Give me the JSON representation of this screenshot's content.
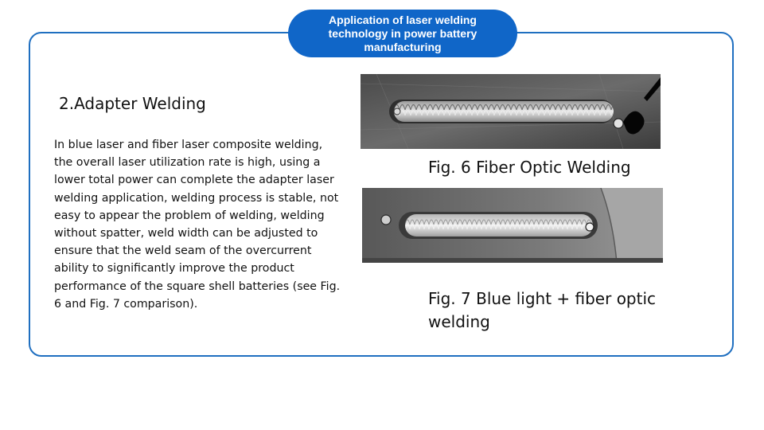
{
  "header": {
    "title": "Application of laser welding technology in power battery manufacturing"
  },
  "section": {
    "heading": "2.Adapter Welding",
    "body": "In blue laser and fiber laser composite welding, the overall laser utilization rate is high, using a lower total power can complete the adapter laser welding application, welding process is stable, not easy to appear the problem of welding, welding without spatter, weld width can be adjusted to ensure that the weld seam of the overcurrent ability to significantly improve the product performance of the square shell batteries (see Fig. 6 and Fig. 7 comparison)."
  },
  "figures": [
    {
      "caption": "Fig. 6 Fiber Optic Welding"
    },
    {
      "caption": "Fig. 7 Blue light + fiber optic welding"
    }
  ],
  "colors": {
    "accent": "#1066c8",
    "frame": "#1f6fc0"
  }
}
